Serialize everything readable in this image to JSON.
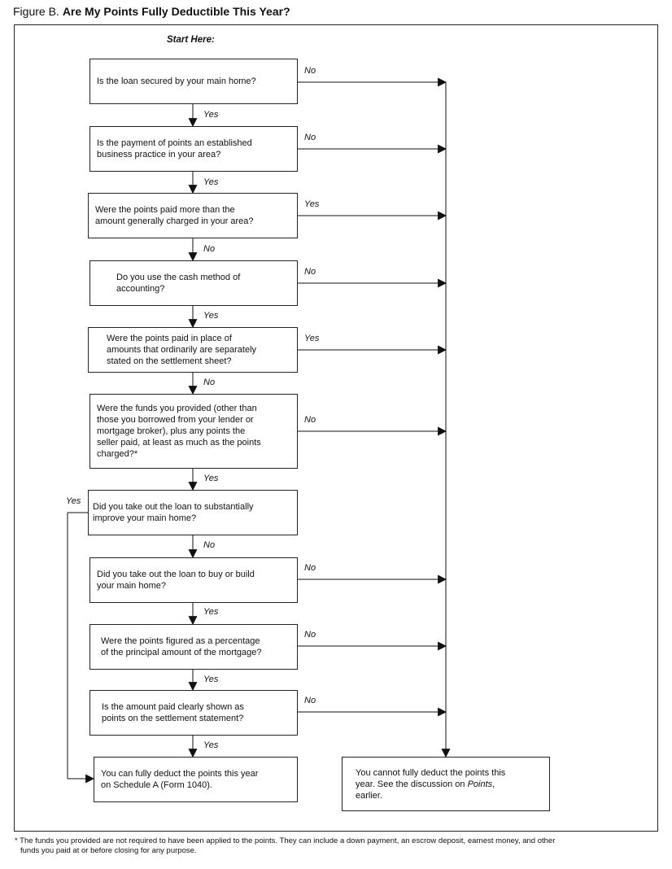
{
  "title": {
    "prefix": "Figure B.",
    "main": "Are My Points Fully Deductible This Year?"
  },
  "start_label": "Start Here:",
  "questions": [
    {
      "text": "Is the loan secured by your main home?",
      "down": "Yes",
      "right": "No"
    },
    {
      "text": "Is the payment of points an established\nbusiness practice in your area?",
      "down": "Yes",
      "right": "No"
    },
    {
      "text": "Were the points paid more than the\namount generally charged in your area?",
      "down": "No",
      "right": "Yes"
    },
    {
      "text": "Do you use the cash method of\naccounting?",
      "down": "Yes",
      "right": "No"
    },
    {
      "text": "Were the points paid in place of\namounts that ordinarily are separately\nstated on the settlement sheet?",
      "down": "No",
      "right": "Yes"
    },
    {
      "text": "Were the funds you provided (other than\nthose you borrowed from your lender or\nmortgage broker), plus any points the\nseller paid, at least as much as the points\ncharged?*",
      "down": "Yes",
      "right": "No"
    },
    {
      "text": "Did you take out the loan to substantially\nimprove your main home?",
      "down": "No",
      "left": "Yes"
    },
    {
      "text": "Did you take out the loan to buy or build\nyour main home?",
      "down": "Yes",
      "right": "No"
    },
    {
      "text": "Were the points figured as a percentage\nof the principal amount of the mortgage?",
      "down": "Yes",
      "right": "No"
    },
    {
      "text": "Is the amount paid clearly shown as\npoints on the settlement statement?",
      "down": "Yes",
      "right": "No"
    }
  ],
  "results": {
    "yes": "You can fully deduct the points this year\non Schedule A (Form 1040).",
    "no_prefix": "You cannot fully deduct the points this\nyear. See the discussion on ",
    "no_italic": "Points",
    "no_suffix": ",\nearlier."
  },
  "footnote": {
    "line1": "* The funds you provided are not required to have been applied to the points. They can include a down payment, an escrow deposit, earnest money, and other",
    "line2": "funds you paid at or before closing for any purpose."
  }
}
